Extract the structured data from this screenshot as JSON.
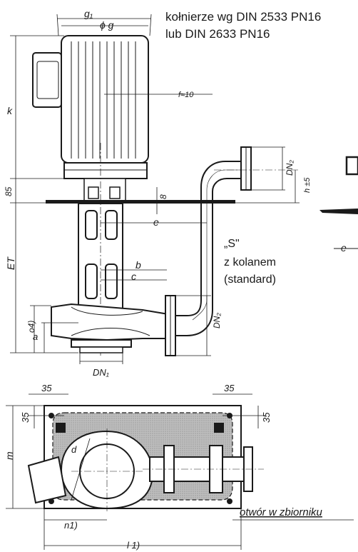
{
  "header": {
    "line1": "kołnierze wg DIN 2533 PN16",
    "line2": "lub DIN 2633 PN16"
  },
  "labels": {
    "g1": "g₁",
    "phi_g": "ϕ g",
    "k": "k",
    "f": "f≈10",
    "dim_85": "85",
    "dim_8": "8",
    "h": "h ±5",
    "dn2_top": "DN₂",
    "e": "e",
    "e_right": "e",
    "s": "„S\"",
    "z_kolanem": "z kolanem",
    "standard": "(standard)",
    "b": "b",
    "c": "c",
    "et": "ET",
    "o4": "o4)",
    "a": "a",
    "dn2_bottom": "DN₂",
    "dn1": "DN₁",
    "dim_35_tl": "35",
    "dim_35_tr": "35",
    "dim_35_lv": "35",
    "dim_35_rv": "35",
    "m": "m",
    "d": "d",
    "otwor": "otwór w zbiorniku",
    "n1": "n1)",
    "l1": "l 1)"
  },
  "colors": {
    "line": "#1a1a1a",
    "hatch_fill": "#b8b8b8",
    "background": "#ffffff"
  }
}
